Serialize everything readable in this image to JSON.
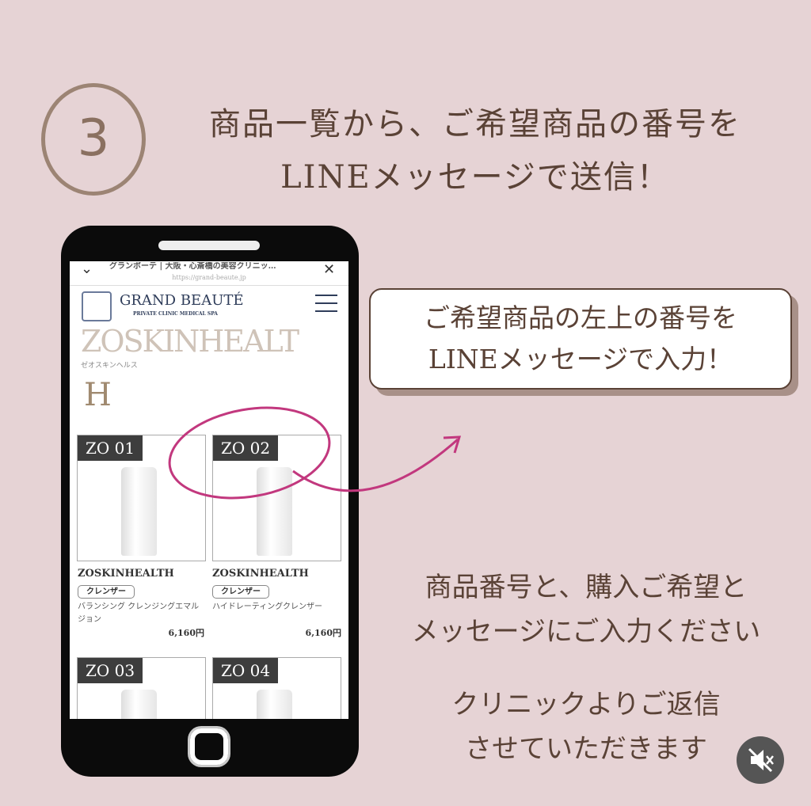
{
  "step_number": "3",
  "heading": {
    "line1": "商品一覧から、ご希望商品の番号を",
    "line2": "LINEメッセージで送信！"
  },
  "browser": {
    "title": "グランボーテ | 大阪・心斎橋の美容クリニッ…",
    "url": "https://grand-beaute.jp"
  },
  "site": {
    "logo_name": "GRAND BEAUTÉ",
    "logo_sub": "PRIVATE CLINIC MEDICAL SPA",
    "bg_title": "ZOSKINHEALT",
    "subtitle": "ゼオスキンヘルス",
    "section_letter": "H"
  },
  "products": [
    {
      "code": "ZO 01",
      "brand": "ZOSKINHEALTH",
      "category": "クレンザー",
      "name": "バランシング クレンジングエマルジョン",
      "price": "6,160円"
    },
    {
      "code": "ZO 02",
      "brand": "ZOSKINHEALTH",
      "category": "クレンザー",
      "name": "ハイドレーティングクレンザー",
      "price": "6,160円"
    },
    {
      "code": "ZO 03"
    },
    {
      "code": "ZO 04"
    }
  ],
  "bubble": {
    "line1": "ご希望商品の左上の番号を",
    "line2": "LINEメッセージで入力！"
  },
  "instructions": {
    "line1": "商品番号と、購入ご希望と",
    "line2": "メッセージにご入力ください",
    "line3": "クリニックよりご返信",
    "line4": "させていただきます"
  },
  "colors": {
    "background": "#e6d3d5",
    "text": "#5a4236",
    "highlight": "#c2387e"
  },
  "icons": {
    "mute": "speaker-muted-icon"
  }
}
